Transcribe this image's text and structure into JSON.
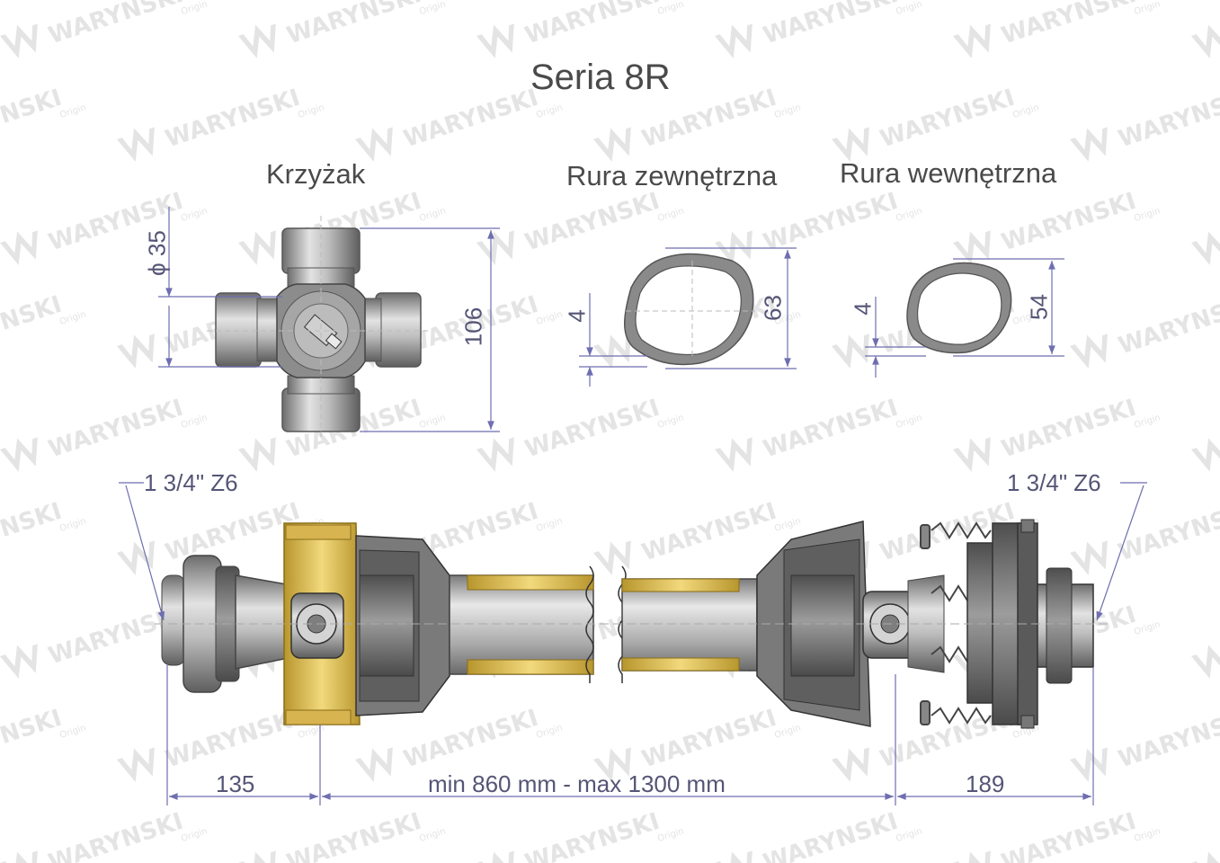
{
  "title": "Seria 8R",
  "sections": {
    "cross": "Krzyżak",
    "outer_tube": "Rura zewnętrzna",
    "inner_tube": "Rura wewnętrzna"
  },
  "dimensions": {
    "cross_diameter": "ϕ 35",
    "cross_length": "106",
    "outer_wall": "4",
    "outer_size": "63",
    "inner_wall": "4",
    "inner_size": "54",
    "spline_left": "1 3/4\" Z6",
    "spline_right": "1 3/4\" Z6",
    "left_length": "135",
    "middle_length": "min 860 mm - max 1300 mm",
    "right_length": "189"
  },
  "watermark": {
    "brand": "WARYNSKI",
    "sub": "Origin"
  },
  "colors": {
    "dimension": "#6e6eb0",
    "metal": "#9a9a9a",
    "dark_metal": "#5a5a5a",
    "yellow": "#e6c65a",
    "watermark": "#e4e4e4"
  }
}
